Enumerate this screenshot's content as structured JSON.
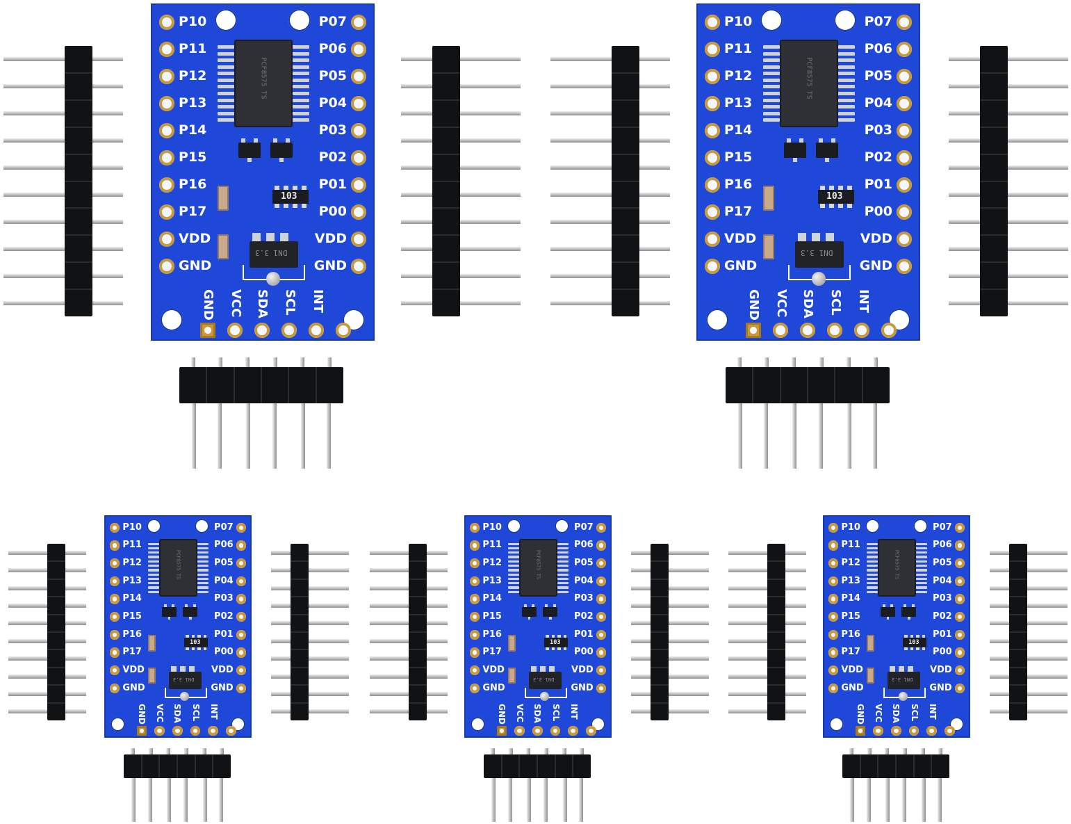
{
  "product": {
    "kit_count": 5,
    "left_pins": [
      "P10",
      "P11",
      "P12",
      "P13",
      "P14",
      "P15",
      "P16",
      "P17",
      "VDD",
      "GND"
    ],
    "right_pins": [
      "P07",
      "P06",
      "P05",
      "P04",
      "P03",
      "P02",
      "P01",
      "P00",
      "VDD",
      "GND"
    ],
    "bottom_pins": [
      "GND",
      "VCC",
      "SDA",
      "SCL",
      "INT"
    ],
    "chip_marking": "PCF8575 TS",
    "resistor_network_marking": "103",
    "regulator_marking": "DN1 3.3"
  },
  "colors": {
    "board": "#1f48d8",
    "pad_gold": "#c89a3a",
    "header_plastic": "#111214",
    "pin_metal": "#cfd2d6",
    "silkscreen": "#ffffff"
  }
}
